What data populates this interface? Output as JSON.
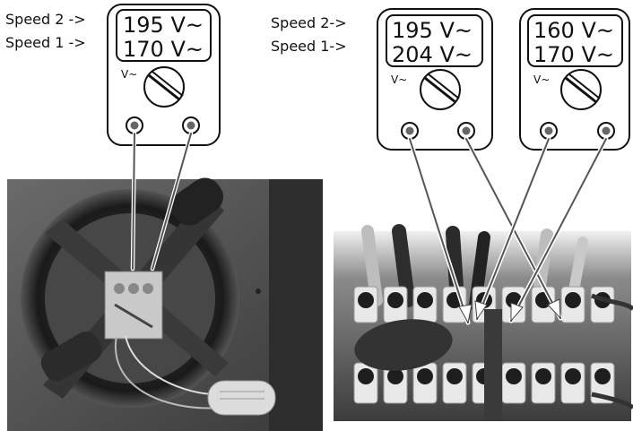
{
  "multimeters": [
    {
      "labels": {
        "top": "Speed 2 ->",
        "bottom": "Speed 1 ->"
      },
      "readings": [
        "195 V~",
        "170 V~"
      ],
      "dial_symbol": "V~"
    },
    {
      "labels": {
        "top": "Speed 2->",
        "bottom": "Speed 1->"
      },
      "readings": [
        "195 V~",
        "204 V~"
      ],
      "dial_symbol": "V~"
    },
    {
      "labels": null,
      "readings": [
        "160 V~",
        "170 V~"
      ],
      "dial_symbol": "V~"
    }
  ],
  "photos": {
    "left": {
      "icon": "fan-motor-photo"
    },
    "right": {
      "icon": "terminal-block-photo"
    }
  }
}
